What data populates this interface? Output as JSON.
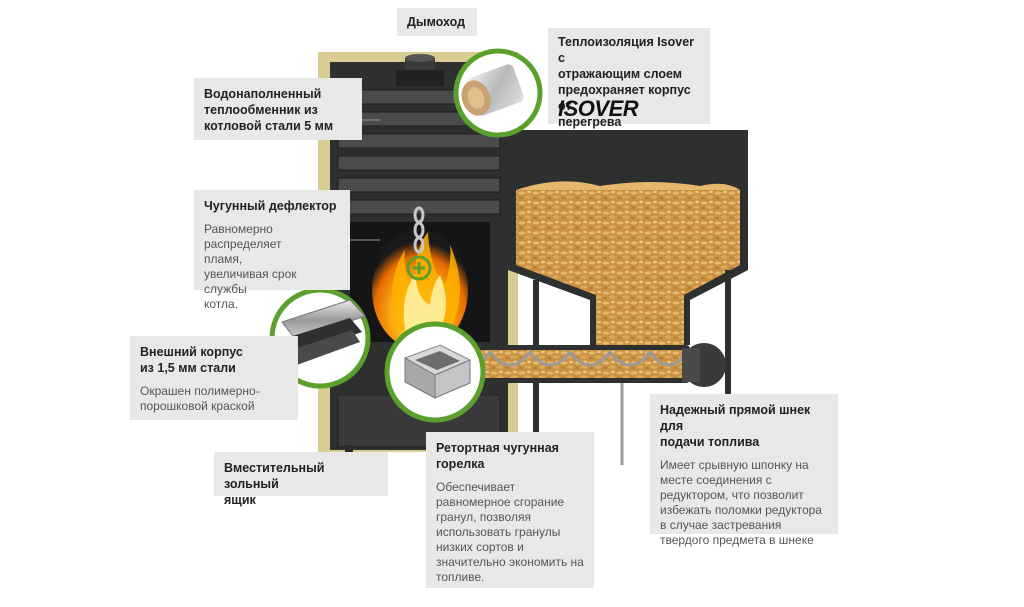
{
  "callouts": {
    "chimney": {
      "title": "Дымоход"
    },
    "insulation": {
      "title": "Теплоизоляция Isover с\nотражающим слоем\nпредохраняет корпус от\nперегрева",
      "logo_text": "ISOVER"
    },
    "heat_exchanger": {
      "title": "Водонаполненный\nтеплообменник из\nкотловой стали 5 мм"
    },
    "deflector": {
      "title": "Чугунный дефлектор",
      "text": "Равномерно распределяет\nпламя,\nувеличивая срок службы\nкотла."
    },
    "outer_body": {
      "title": "Внешний корпус\nиз 1,5 мм стали",
      "text": "Окрашен полимерно-\nпорошковой краской"
    },
    "ash_box": {
      "title": "Вместительный зольный\nящик"
    },
    "burner": {
      "title": "Ретортная чугунная\nгорелка",
      "text": "Обеспечивает\nравномерное сгорание\nгранул, позволяя\nиспользовать гранулы\nнизких сортов и\nзначительно экономить на\nтопливе."
    },
    "auger": {
      "title": "Надежный прямой шнек для\nподачи топлива",
      "text": "Имеет срывную шпонку на\nместе соединения с\nредуктором, что позволит\nизбежать поломки редуктора\nв случае застревания\nтвердого предмета в шнеке"
    }
  },
  "colors": {
    "accent_green": "#5aa02c",
    "panel_bg": "#e8e8e8",
    "boiler_dark": "#2e2f2f",
    "frame_beige": "#d9cc93",
    "pellet": "#d9a85a"
  }
}
